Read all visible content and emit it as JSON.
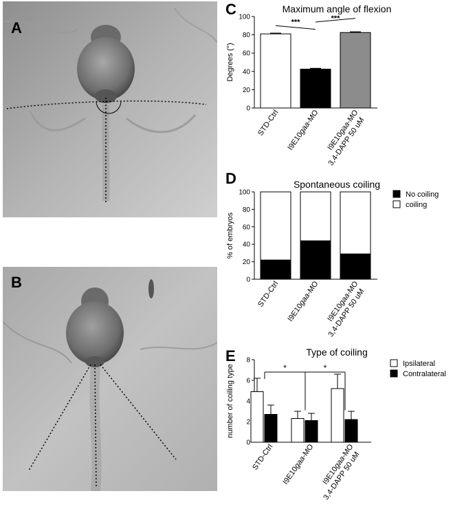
{
  "panels": {
    "a": {
      "label": "A"
    },
    "b": {
      "label": "B"
    },
    "c": {
      "label": "C"
    },
    "d": {
      "label": "D"
    },
    "e": {
      "label": "E"
    }
  },
  "chart_data": [
    {
      "id": "c",
      "type": "bar",
      "title": "Maximum angle of flexion",
      "ylabel": "Degrees (°)",
      "xlabel": "",
      "ylim": [
        0,
        100
      ],
      "yticks": [
        0,
        20,
        40,
        60,
        80,
        100
      ],
      "categories": [
        {
          "main": "STD-Ctrl",
          "pre": "",
          "italic": "",
          "post": "",
          "line2": ""
        },
        {
          "main": "",
          "pre": "I9E10",
          "italic": "gaa",
          "post": "-MO",
          "line2": ""
        },
        {
          "main": "",
          "pre": "I9E10",
          "italic": "gaa",
          "post": "-MO",
          "line2": "3,4-DAPP 50 uM"
        }
      ],
      "values": [
        81,
        42.5,
        82.5
      ],
      "errors": [
        0.8,
        0.8,
        0.8
      ],
      "colors": [
        "#ffffff",
        "#000000",
        "#8c8c8c"
      ],
      "significance": [
        {
          "from": 0,
          "to": 1,
          "label": "***"
        },
        {
          "from": 1,
          "to": 2,
          "label": "***"
        }
      ],
      "grid": false
    },
    {
      "id": "d",
      "type": "bar",
      "stacked": true,
      "title": "Spontaneous coiling",
      "ylabel": "% of embryos",
      "xlabel": "",
      "ylim": [
        0,
        100
      ],
      "yticks": [
        0,
        20,
        40,
        60,
        80,
        100
      ],
      "categories": [
        {
          "main": "STD-Ctrl",
          "pre": "",
          "italic": "",
          "post": "",
          "line2": ""
        },
        {
          "main": "",
          "pre": "I9E10",
          "italic": "gaa",
          "post": "-MO",
          "line2": ""
        },
        {
          "main": "",
          "pre": "I9E10",
          "italic": "gaa",
          "post": "-MO",
          "line2": "3,4-DAPP 50 uM"
        }
      ],
      "series": [
        {
          "name": "No coiling",
          "color": "#000000",
          "values": [
            22,
            44,
            29
          ]
        },
        {
          "name": "coiling",
          "color": "#ffffff",
          "values": [
            78,
            56,
            71
          ]
        }
      ],
      "legend": "right",
      "grid": false
    },
    {
      "id": "e",
      "type": "bar",
      "title": "Type of coiling",
      "ylabel": "number of coiling type",
      "xlabel": "",
      "ylim": [
        0,
        8
      ],
      "yticks": [
        0,
        2,
        4,
        6,
        8
      ],
      "categories": [
        {
          "main": "STD-Ctrl",
          "pre": "",
          "italic": "",
          "post": "",
          "line2": ""
        },
        {
          "main": "",
          "pre": "I9E10",
          "italic": "gaa",
          "post": "-MO",
          "line2": ""
        },
        {
          "main": "",
          "pre": "I9E10",
          "italic": "gaa",
          "post": "-MO",
          "line2": "3,4-DAPP 50 uM"
        }
      ],
      "series": [
        {
          "name": "Ipsilateral",
          "color": "#ffffff",
          "values": [
            4.9,
            2.3,
            5.2
          ],
          "errors": [
            1.3,
            0.7,
            1.4
          ]
        },
        {
          "name": "Contralateral",
          "color": "#000000",
          "values": [
            2.7,
            2.1,
            2.2
          ],
          "errors": [
            0.9,
            0.7,
            0.8
          ]
        }
      ],
      "significance": [
        {
          "from": 0,
          "to": 1,
          "label": "*"
        },
        {
          "from": 1,
          "to": 2,
          "label": "*"
        }
      ],
      "legend": "top-right",
      "grid": false
    }
  ]
}
